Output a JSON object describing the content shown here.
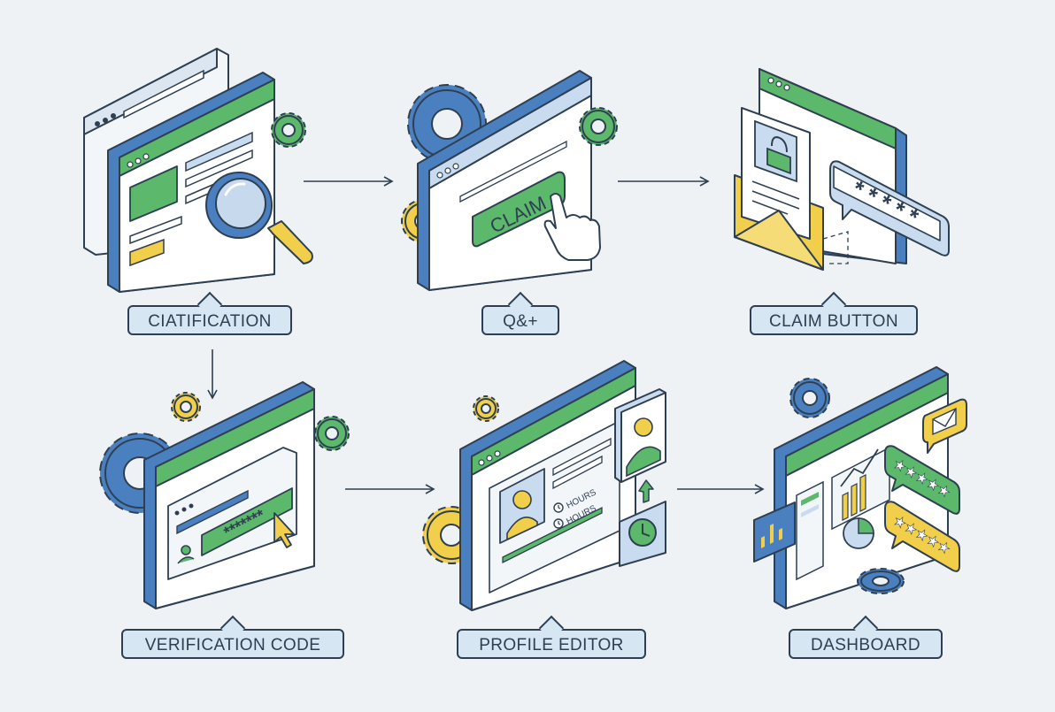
{
  "steps": [
    {
      "label": "CIATIFICATION"
    },
    {
      "label": "Q&+"
    },
    {
      "label": "CLAIM BUTTON"
    },
    {
      "label": "VERIFICATION CODE"
    },
    {
      "label": "PROFILE EDITOR"
    },
    {
      "label": "DASHBOARD"
    }
  ],
  "illustrations": {
    "claim_button_text": "CLAIM",
    "password_mask_short": "* * * * *",
    "password_mask_long": "*******",
    "hours_line_1": "HOURS",
    "hours_line_2": "HOURS"
  },
  "colors": {
    "background": "#eef2f5",
    "outline": "#2e3f52",
    "blue": "#4a80c0",
    "green": "#5cb86a",
    "light_green": "#a9dba6",
    "yellow": "#f2cf4a",
    "label_fill": "#d6e6f2",
    "panel": "#ffffff",
    "panel_shade": "#f3f6f9"
  }
}
